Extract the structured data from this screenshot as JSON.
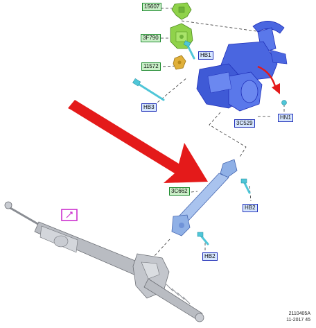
{
  "labels": {
    "upper_shaft": "15607",
    "column_clamp": "3F790",
    "bolt_upper": "HB1",
    "nut_small": "11572",
    "bolt_long": "HB3",
    "steering_column": "3C529",
    "nut_right": "HN1",
    "intermediate_shaft": "3C662",
    "bolt_shaft_right": "HB2",
    "bolt_shaft_lower": "HB2"
  },
  "reference": {
    "code": "2110405A",
    "date": "11-2017 45"
  },
  "colors": {
    "green_label_border": "#1e8a2e",
    "blue_label_border": "#1f2fb8",
    "arrow_red": "#e41a1a",
    "column_blue": "#4a66e0",
    "shaft_blue": "#8fb0e6",
    "bracket_green": "#8fd24a",
    "nut_orange": "#e0b03a",
    "bolt_cyan": "#4fc6d8",
    "gear_grey": "#b9bcc2",
    "marker_magenta": "#cc2fcf"
  }
}
